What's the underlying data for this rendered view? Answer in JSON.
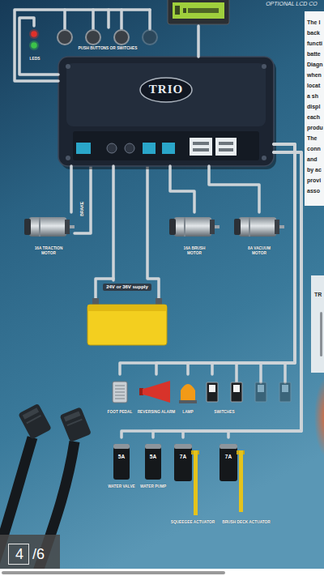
{
  "diagram": {
    "nodes": [
      {
        "text": [
          "OPTIONAL LCD CO"
        ]
      },
      {
        "text": [
          "LEDS"
        ]
      },
      {
        "text": [
          "PUSH BUTTONS OR SWITCHES"
        ]
      },
      {
        "text": [
          "TRIO"
        ]
      },
      {
        "text": [
          "16A TRACTION MOTOR"
        ]
      },
      {
        "text": [
          "16A BRUSH MOTOR"
        ]
      },
      {
        "text": [
          "8A VACUUM MOTOR"
        ]
      },
      {
        "text": [
          "24V or 36V supply"
        ]
      },
      {
        "text": [
          "FOOT PEDAL"
        ]
      },
      {
        "text": [
          "REVERSING ALARM"
        ]
      },
      {
        "text": [
          "LAMP"
        ]
      },
      {
        "text": [
          "SWITCHES"
        ]
      },
      {
        "text": [
          "5A",
          "WATER VALVE"
        ]
      },
      {
        "text": [
          "5A",
          "WATER PUMP"
        ]
      },
      {
        "text": [
          "7A",
          "SQUEEGEE ACTUATOR"
        ]
      },
      {
        "text": [
          "7A",
          "BRUSH DECK ACTUATOR"
        ]
      },
      {
        "text": [
          "4"
        ]
      }
    ],
    "edges": [
      {
        "from": 3,
        "to": 0,
        "arrow": "none"
      },
      {
        "from": 3,
        "to": 1,
        "arrow": "none"
      },
      {
        "from": 3,
        "to": 2,
        "arrow": "none"
      },
      {
        "from": 3,
        "to": 4,
        "arrow": "none"
      },
      {
        "from": 3,
        "to": 5,
        "arrow": "none"
      },
      {
        "from": 3,
        "to": 6,
        "arrow": "none"
      },
      {
        "from": 3,
        "to": 7,
        "arrow": "none"
      },
      {
        "from": 3,
        "to": 8,
        "arrow": "none"
      },
      {
        "from": 3,
        "to": 9,
        "arrow": "none"
      },
      {
        "from": 3,
        "to": 10,
        "arrow": "none"
      },
      {
        "from": 3,
        "to": 11,
        "arrow": "none"
      },
      {
        "from": 3,
        "to": 12,
        "arrow": "none"
      },
      {
        "from": 3,
        "to": 13,
        "arrow": "none"
      },
      {
        "from": 3,
        "to": 14,
        "arrow": "none"
      },
      {
        "from": 3,
        "to": 15,
        "arrow": "none"
      }
    ],
    "labels": [
      "BRAKE",
      "The I back functi batte Diagn when locat a sh displ each produ The conn and by ac provi asso",
      "TR",
      "/6"
    ]
  }
}
